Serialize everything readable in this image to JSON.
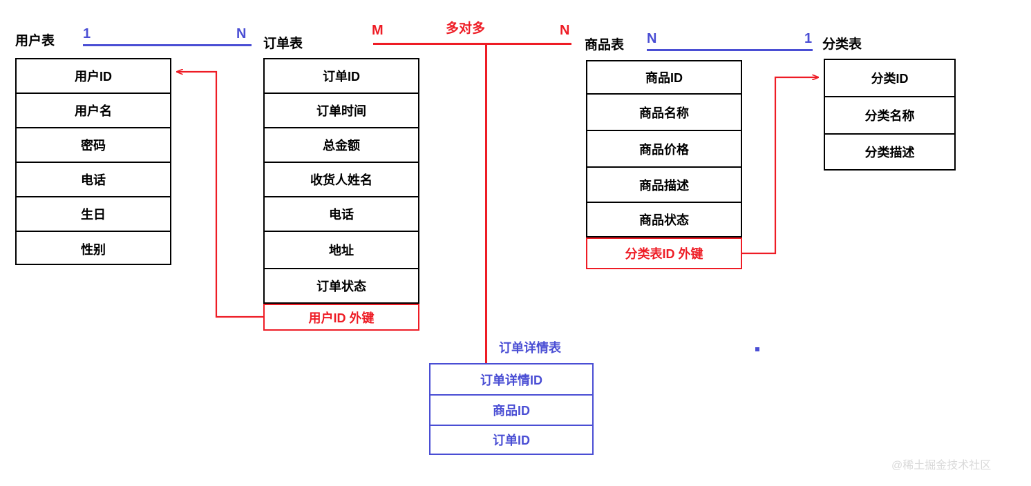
{
  "diagram": {
    "title_watermark": "@稀土掘金技术社区",
    "colors": {
      "entity_border": "#000000",
      "foreign_key": "#ee1c25",
      "relation_blue": "#4a4ed4",
      "many_to_many": "#ee1c25",
      "background": "#ffffff"
    }
  },
  "entities": {
    "user": {
      "caption": "用户表",
      "fields": [
        "用户ID",
        "用户名",
        "密码",
        "电话",
        "生日",
        "性别"
      ]
    },
    "order": {
      "caption": "订单表",
      "fields": [
        "订单ID",
        "订单时间",
        "总金额",
        "收货人姓名",
        "电话",
        "地址",
        "订单状态"
      ],
      "foreign_key": "用户ID  外键"
    },
    "product": {
      "caption": "商品表",
      "fields": [
        "商品ID",
        "商品名称",
        "商品价格",
        "商品描述",
        "商品状态"
      ],
      "foreign_key": "分类表ID 外键"
    },
    "category": {
      "caption": "分类表",
      "fields": [
        "分类ID",
        "分类名称",
        "分类描述"
      ]
    },
    "order_detail": {
      "caption": "订单详情表",
      "fields": [
        "订单详情ID",
        "商品ID",
        "订单ID"
      ]
    }
  },
  "relations": {
    "user_order": {
      "left_card": "1",
      "right_card": "N"
    },
    "order_product": {
      "left_card": "M",
      "right_card": "N",
      "label": "多对多"
    },
    "product_category": {
      "left_card": "N",
      "right_card": "1"
    }
  }
}
